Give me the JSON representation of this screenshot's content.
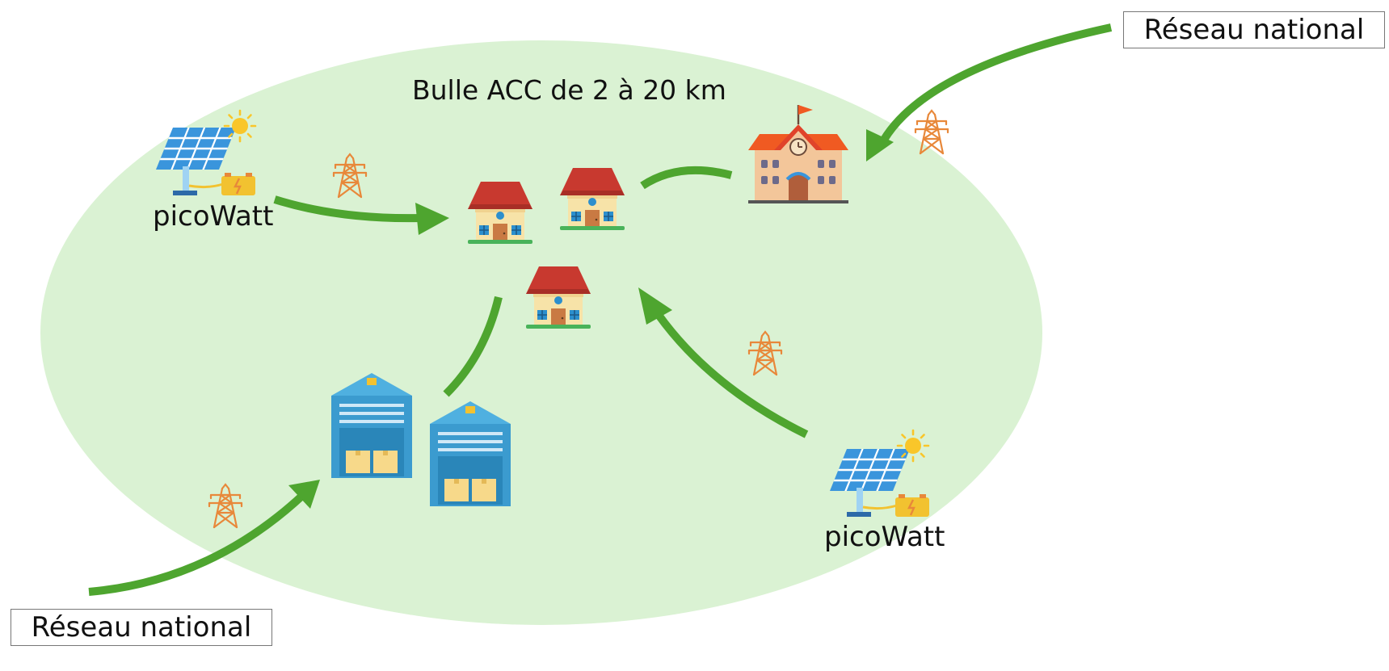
{
  "diagram": {
    "bubble_title": "Bulle ACC de 2 à 20 km",
    "producer_label_1": "picoWatt",
    "producer_label_2": "picoWatt",
    "grid_label_top": "Réseau national",
    "grid_label_bottom": "Réseau national",
    "colors": {
      "bubble": "#daf2d3",
      "arrow": "#4ea52f",
      "pylon": "#e8883a",
      "roof": "#c8392f",
      "warehouse": "#3b9bcf"
    },
    "icons": [
      "solar-panel-icon",
      "sun-icon",
      "battery-icon",
      "pylon-icon",
      "house-icon",
      "school-icon",
      "warehouse-icon"
    ]
  }
}
